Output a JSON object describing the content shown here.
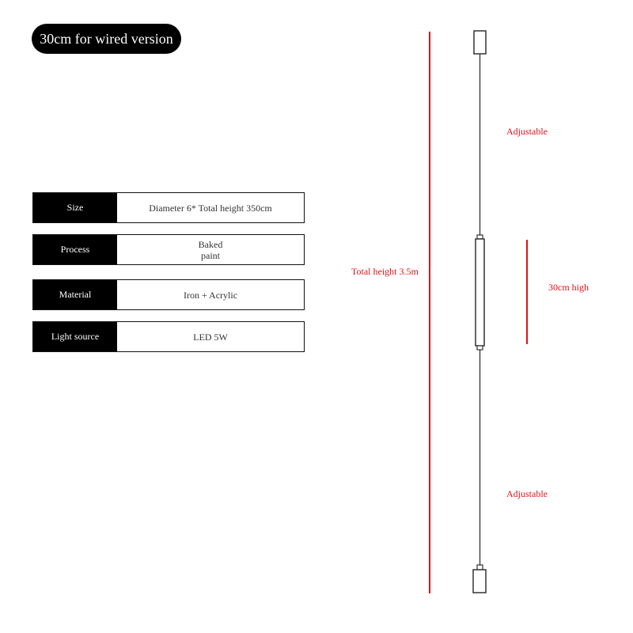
{
  "title": "30cm for wired version",
  "specs": [
    {
      "label": "Size",
      "value": "Diameter 6* Total height 350cm"
    },
    {
      "label": "Process",
      "value": "Baked",
      "value2": "paint"
    },
    {
      "label": "Material",
      "value": "Iron + Acrylic"
    },
    {
      "label": "Light source",
      "value": "LED 5W"
    }
  ],
  "annotations": {
    "total_height": "Total height 3.5m",
    "adjustable_top": "Adjustable",
    "lamp_height": "30cm high",
    "adjustable_bottom": "Adjustable"
  },
  "colors": {
    "accent": "#e0121a"
  }
}
